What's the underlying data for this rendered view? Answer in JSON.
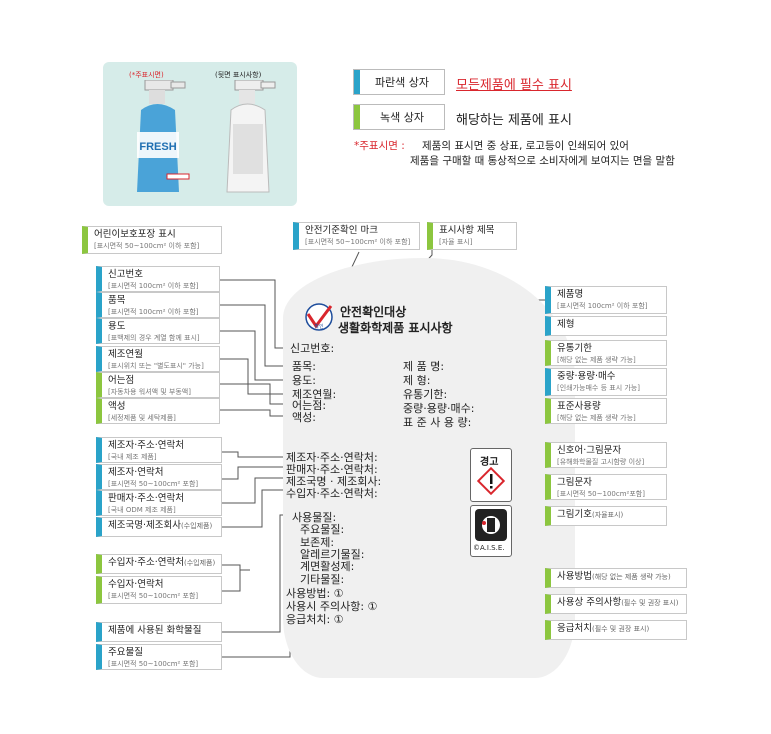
{
  "photo": {
    "front_caption": "(*주표시면)",
    "back_caption": "(뒷면 표시사항)",
    "bottle_text": "FRESH"
  },
  "legend": {
    "blue_box": "파란색 상자",
    "blue_desc": "모든제품에 필수 표시",
    "green_box": "녹색 상자",
    "green_desc": "해당하는 제품에 표시",
    "note_label": "*주표시면 :",
    "note_line1": "제품의 표시면 중 상표, 로고등이 인쇄되어 있어",
    "note_line2": "제품을 구매할 때 통상적으로 소비자에게 보여지는 면을 말함"
  },
  "colors": {
    "blue": "#2aa3c9",
    "green": "#8cc63f",
    "red": "#d9262d"
  },
  "top_labels": [
    {
      "title": "어린이보호포장 표시",
      "sub": "[표시면적 50~100cm² 이하 포함]",
      "color": "green"
    },
    {
      "title": "안전기준확인 마크",
      "sub": "[표시면적 50~100cm² 이하 포함]",
      "color": "blue"
    },
    {
      "title": "표시사항 제목",
      "sub": "[자율 표시]",
      "color": "green"
    }
  ],
  "left_labels": [
    {
      "title": "신고번호",
      "sub": "[표시면적 100cm² 이하 포함]",
      "color": "blue"
    },
    {
      "title": "품목",
      "sub": "[표시면적 100cm² 이하 포함]",
      "color": "blue"
    },
    {
      "title": "용도",
      "sub": "[표백제의 경우 계열 함께 표시]",
      "color": "blue"
    },
    {
      "title": "제조연월",
      "sub": "[표시위치 또는 \"별도표시\" 가능]",
      "color": "blue"
    },
    {
      "title": "어는점",
      "sub": "[자동차용 워셔액 및 부동액]",
      "color": "green"
    },
    {
      "title": "액성",
      "sub": "[세정제품 및 세탁제품]",
      "color": "green"
    },
    {
      "title": "제조자·주소·연락처",
      "sub": "[국내 제조 제품]",
      "color": "blue"
    },
    {
      "title": "제조자·연락처",
      "sub": "[표시면적 50~100cm² 포함]",
      "color": "blue"
    },
    {
      "title": "판매자·주소·연락처",
      "sub": "[국내 ODM 제조 제품]",
      "color": "blue"
    },
    {
      "title": "제조국명·제조회사",
      "small": "(수입제품)",
      "color": "blue"
    },
    {
      "title": "수입자·주소·연락처",
      "small": "(수입제품)",
      "color": "green"
    },
    {
      "title": "수입자·연락처",
      "sub": "[표시면적 50~100cm² 포함]",
      "color": "green"
    },
    {
      "title": "제품에 사용된 화학물질",
      "color": "blue"
    },
    {
      "title": "주요물질",
      "sub": "[표시면적 50~100cm² 포함]",
      "color": "blue"
    }
  ],
  "right_labels": [
    {
      "title": "제품명",
      "sub": "[표시면적 100cm² 이하 포함]",
      "color": "blue"
    },
    {
      "title": "제형",
      "color": "blue"
    },
    {
      "title": "유통기한",
      "sub": "[해당 없는 제품 생략 가능]",
      "color": "green"
    },
    {
      "title": "중량·용량·매수",
      "sub": "[인쇄가능매수 등 표시 가능]",
      "color": "blue"
    },
    {
      "title": "표준사용량",
      "sub": "[해당 없는 제품 생략 가능]",
      "color": "green"
    },
    {
      "title": "신호어·그림문자",
      "sub": "[유해화학물질 고시함량 이상]",
      "color": "green"
    },
    {
      "title": "그림문자",
      "sub": "[표시면적 50~100cm²포함]",
      "color": "green"
    },
    {
      "title": "그림기호",
      "small": "(자율표시)",
      "color": "green"
    },
    {
      "title": "사용방법",
      "small": "(해당 없는 제품 생략 가능)",
      "color": "green"
    },
    {
      "title": "사용상 주의사항",
      "small": "(필수 및 권장 표시)",
      "color": "green"
    },
    {
      "title": "응급처치",
      "small": "(필수 및 권장 표시)",
      "color": "green"
    }
  ],
  "bottle": {
    "title1": "안전확인대상",
    "title2": "생활화학제품 표시사항",
    "mark_text": "확인",
    "left_col": [
      "신고번호:",
      "품목:",
      "용도:",
      "제조연월:",
      "어는점:",
      "액성:"
    ],
    "right_col": [
      "제 품 명:",
      "제      형:",
      "유통기한:",
      "중량·용량·매수:",
      "표 준 사 용 량:"
    ],
    "maker_col": [
      "제조자·주소·연락처:",
      "판매자·주소·연락처:",
      "제조국명 · 제조회사:",
      "수입자·주소·연락처:"
    ],
    "chem_col": [
      "사용물질:",
      "주요물질:",
      "보존제:",
      "알레르기물질:",
      "계면활성제:",
      "기타물질:"
    ],
    "bottom_col": [
      "사용방법: ①",
      "사용시 주의사항: ①",
      "응급처치: ①"
    ],
    "warning_word": "경고",
    "aise_text": "©A.I.S.E."
  }
}
